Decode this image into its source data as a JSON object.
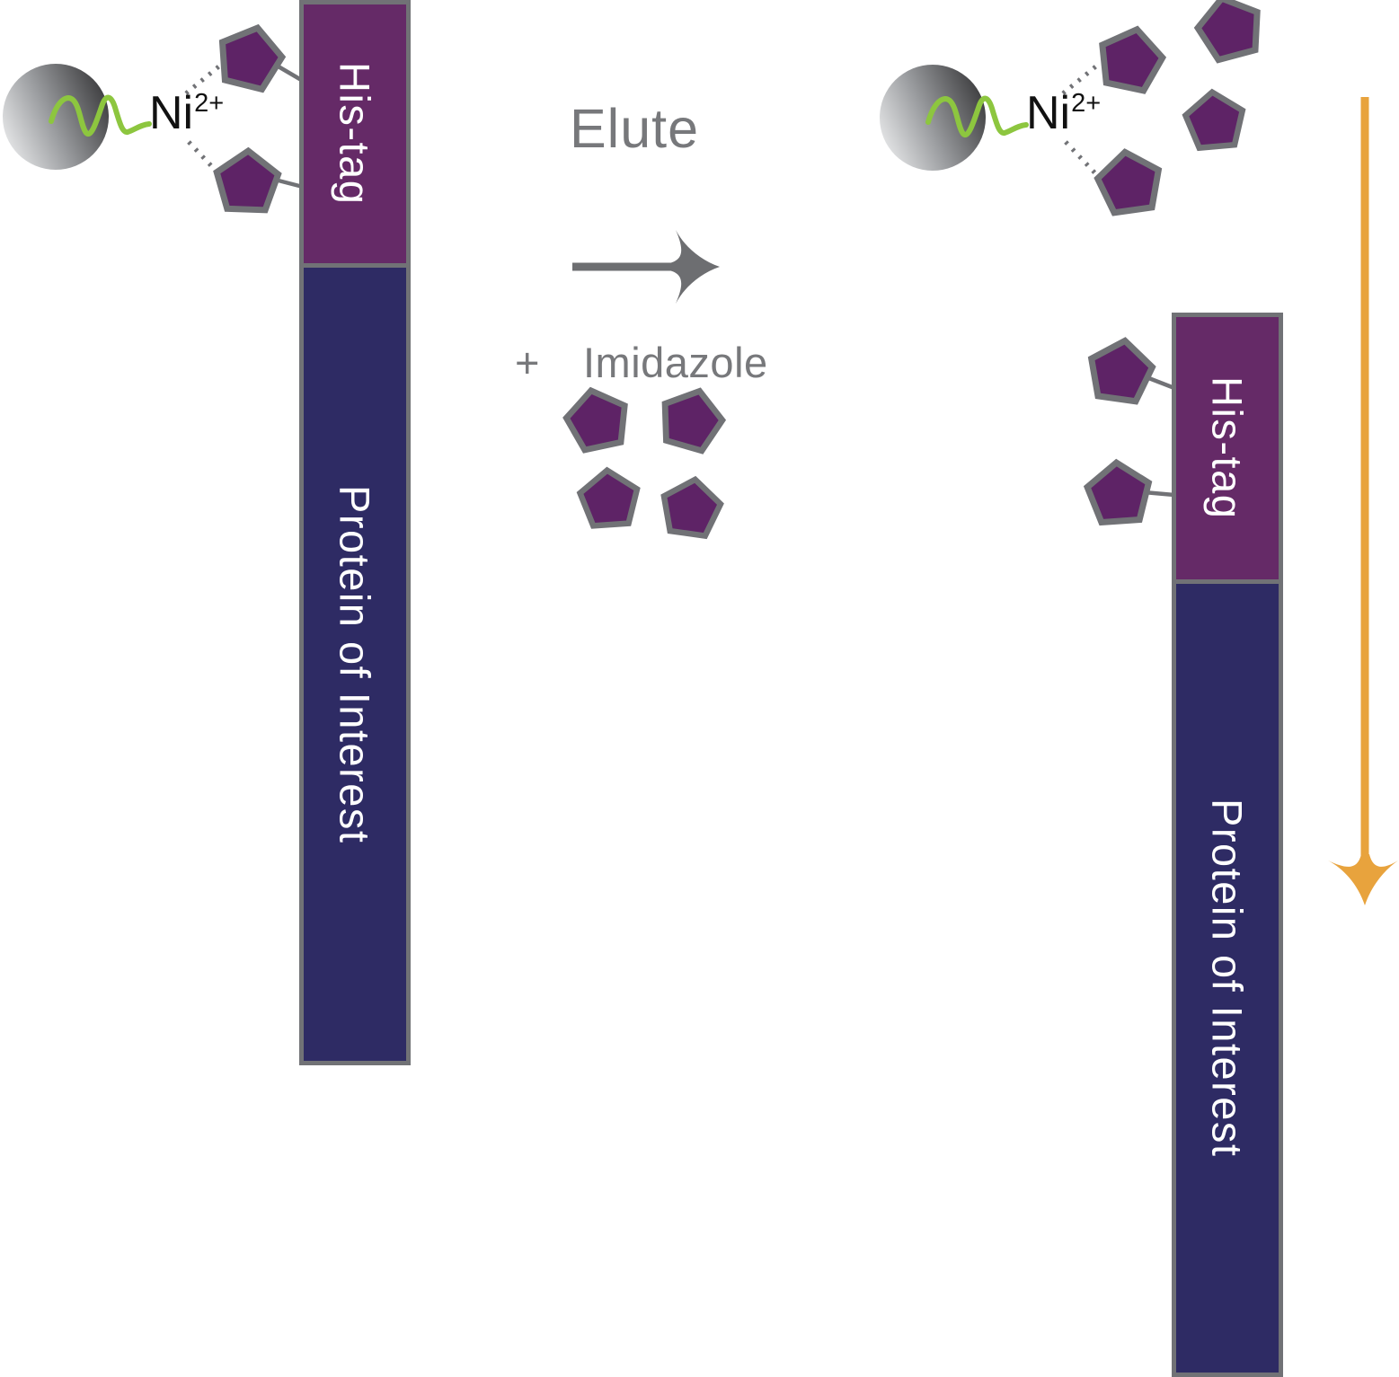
{
  "labels": {
    "elute": "Elute",
    "plus": "+",
    "imidazole": "Imidazole",
    "nickel": "Ni",
    "nickel_charge": "2+",
    "his_tag": "His-tag",
    "protein_of_interest": "Protein of Interest"
  },
  "colors": {
    "his_tag_purple": "#652A67",
    "protein_navy": "#2E2B64",
    "imidazole_purple": "#5E2366",
    "outline_gray": "#717276",
    "arrow_gray": "#6D6E71",
    "text_gray": "#77787B",
    "nickel_text": "#111111",
    "bar_label_white": "#FFFFFF",
    "linker_green": "#8DC63F",
    "flow_arrow_orange": "#E8A33D",
    "bead_light": "#E8E9EA",
    "bead_mid": "#9B9DA0",
    "bead_dark": "#3D3D3F"
  },
  "icons": {
    "bead": "gray-gradient-sphere",
    "linker": "green-squiggle-line",
    "coordination_bond": "gray-dotted-line",
    "imidazole_ring": "purple-pentagon",
    "elute_arrow": "right-arrow",
    "flow_arrow": "down-arrow"
  }
}
